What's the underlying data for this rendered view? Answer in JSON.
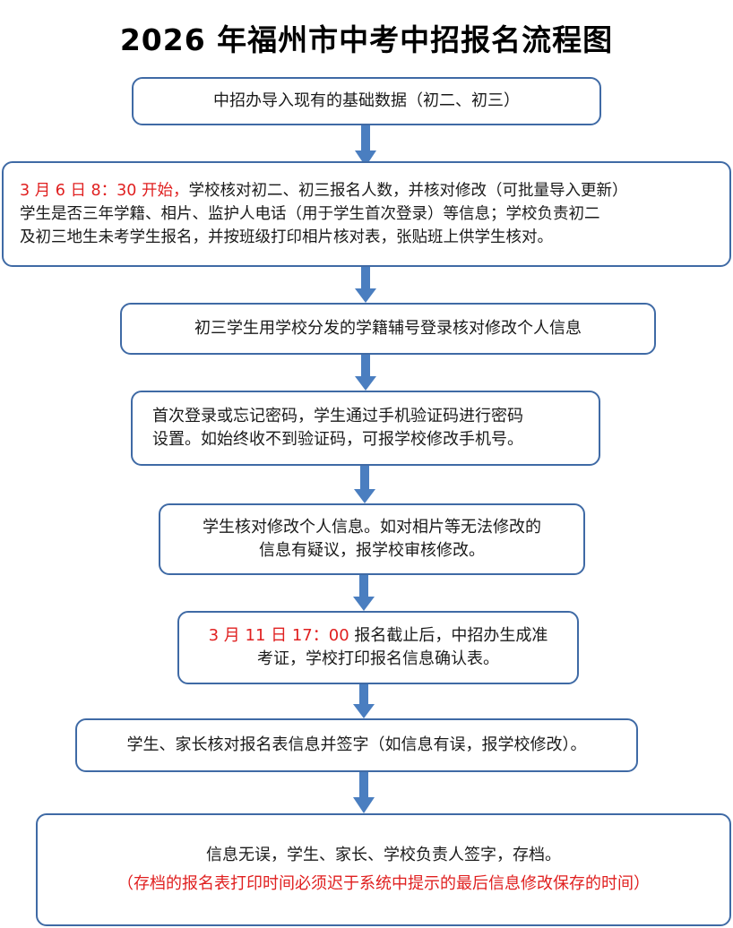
{
  "title": "2026 年福州市中考中招报名流程图",
  "colors": {
    "border": "#3f6aa5",
    "arrow": "#4a7ec0",
    "highlight": "#e02020"
  },
  "steps": [
    {
      "line1": "中招办导入现有的基础数据（初二、初三）"
    },
    {
      "highlight": "3 月 6 日 8：30 开始，",
      "line1": "学校核对初二、初三报名人数，并核对修改（可批量导入更新）",
      "line2": "学生是否三年学籍、相片、监护人电话（用于学生首次登录）等信息；学校负责初二",
      "line3": "及初三地生未考学生报名，并按班级打印相片核对表，张贴班上供学生核对。"
    },
    {
      "line1": "初三学生用学校分发的学籍辅号登录核对修改个人信息"
    },
    {
      "line1": "首次登录或忘记密码，学生通过手机验证码进行密码",
      "line2": "设置。如始终收不到验证码，可报学校修改手机号。"
    },
    {
      "line1": "学生核对修改个人信息。如对相片等无法修改的",
      "line2": "信息有疑议，报学校审核修改。"
    },
    {
      "highlight": "3 月 11 日 17：00",
      "line1": "报名截止后，中招办生成准",
      "line2": "考证，学校打印报名信息确认表。"
    },
    {
      "line1": "学生、家长核对报名表信息并签字（如信息有误，报学校修改）。"
    },
    {
      "line1": "信息无误，学生、家长、学校负责人签字，存档。",
      "note": "（存档的报名表打印时间必须迟于系统中提示的最后信息修改保存的时间）"
    }
  ]
}
